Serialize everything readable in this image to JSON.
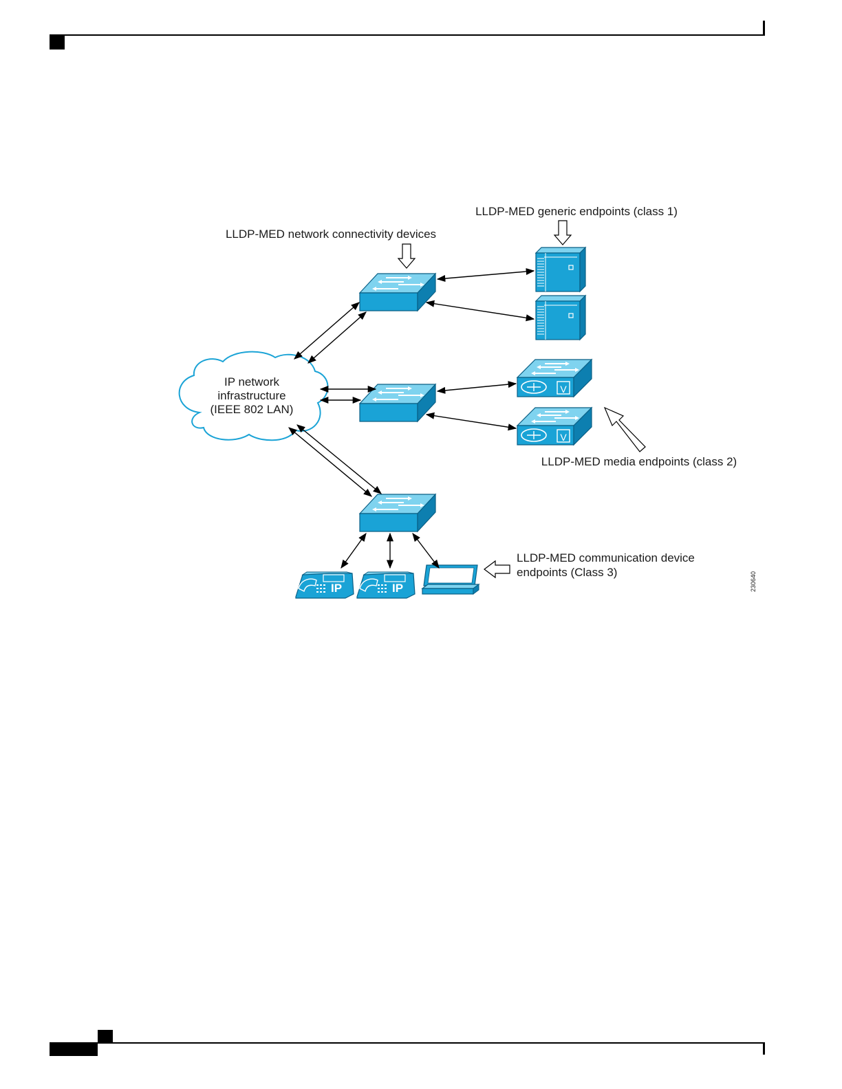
{
  "page": {
    "header_marks": [
      "header-rule",
      "header-tab"
    ],
    "footer_marks": [
      "footer-rule",
      "footer-tab"
    ]
  },
  "diagram": {
    "colors": {
      "device": "#1aa3d6",
      "device_top": "#7fd3ef",
      "device_side": "#0d7fb0",
      "outline": "#0a5f85",
      "connector": "#000000"
    },
    "cloud": {
      "line1": "IP network",
      "line2": "infrastructure",
      "line3": "(IEEE 802 LAN)"
    },
    "labels": {
      "network_devices": "LLDP-MED network connectivity devices",
      "generic_endpoints": "LLDP-MED generic endpoints (class 1)",
      "media_endpoints": "LLDP-MED media endpoints (class 2)",
      "comm_line1": "LLDP-MED communication device",
      "comm_line2": "endpoints (Class 3)"
    },
    "phone_badge": "IP",
    "media_badge": "V",
    "figure_id": "230640",
    "icons": [
      "switch-icon",
      "server-icon",
      "media-gateway-icon",
      "ip-phone-icon",
      "laptop-icon",
      "cloud-icon"
    ]
  }
}
